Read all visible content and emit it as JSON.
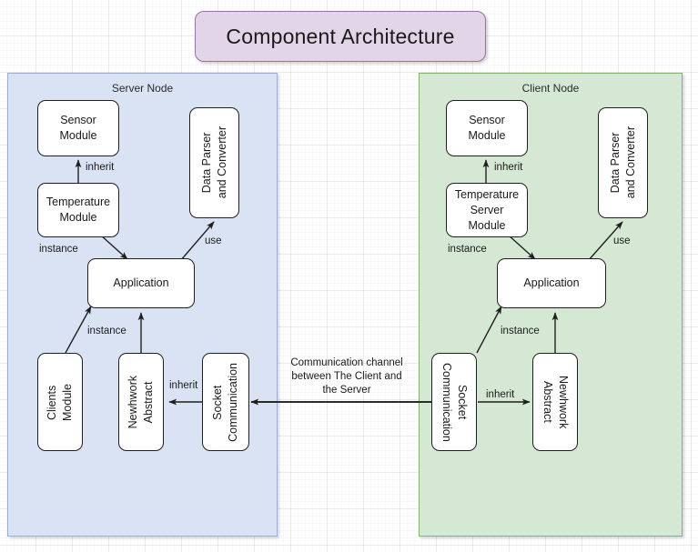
{
  "title": {
    "text": "Component Architecture",
    "fill_color": "#e1d5e7",
    "border_color": "#9673a6"
  },
  "server_node": {
    "label": "Server Node",
    "fill_color": "#dae3f3",
    "border_color": "#9aaed2",
    "boxes": {
      "sensor_module": "Sensor\nModule",
      "temperature_module": "Temperature\nModule",
      "data_parser": "Data Parser\nand Converter",
      "application": "Application",
      "clients_module": "Clients\nModule",
      "network_abstract": "Newhwork\nAbstract",
      "socket_communication": "Socket\nCommunication"
    },
    "edge_labels": {
      "inherit_sensor": "inherit",
      "instance_temperature": "instance",
      "use_parser": "use",
      "instance_network": "instance",
      "inherit_socket": "inherit"
    }
  },
  "client_node": {
    "label": "Client Node",
    "fill_color": "#d5e8d4",
    "border_color": "#82b366",
    "boxes": {
      "sensor_module": "Sensor\nModule",
      "temperature_server_module": "Temperature\nServer\nModule",
      "data_parser": "Data Parser\nand Converter",
      "application": "Application",
      "socket_communication": "Socket\nCommunication",
      "network_abstract": "Newhwork\nAbstract"
    },
    "edge_labels": {
      "inherit_sensor": "inherit",
      "instance_temperature": "instance",
      "use_parser": "use",
      "instance_socket": "instance",
      "inherit_socket": "inherit"
    }
  },
  "channel": {
    "label": "Communication channel\nbetween The Client and\nthe Server"
  }
}
